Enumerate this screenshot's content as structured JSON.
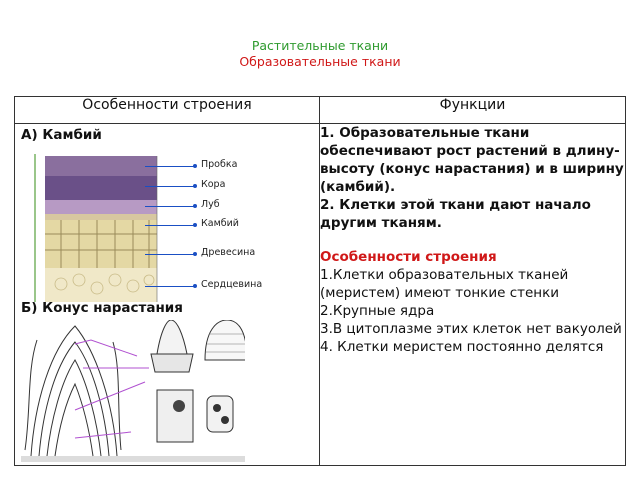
{
  "title": {
    "line1": "Растительные ткани",
    "line2": "Образовательные ткани"
  },
  "table": {
    "header_structure": "Особенности строения",
    "header_functions": "Функции",
    "section_a": "А) Камбий",
    "section_b": "Б) Конус нарастания",
    "stem_labels": [
      "Пробка",
      "Кора",
      "Луб",
      "Камбий",
      "Древесина",
      "Сердцевина"
    ],
    "functions": {
      "p1": "1. Образовательные ткани обеспечивают рост растений в длину-высоту (конус нарастания) и в ширину (камбий).",
      "p2": "2. Клетки этой ткани дают начало другим тканям.",
      "structure_heading": "Особенности строения",
      "s1": "1.Клетки образовательных тканей (меристем) имеют тонкие стенки",
      "s2": "2.Крупные ядра",
      "s3": "3.В цитоплазме этих клеток нет вакуолей",
      "s4": "4. Клетки меристем постоянно делятся"
    }
  },
  "colors": {
    "title_green": "#2e9a2e",
    "red": "#d01818",
    "callout_blue": "#1a4fc4"
  }
}
